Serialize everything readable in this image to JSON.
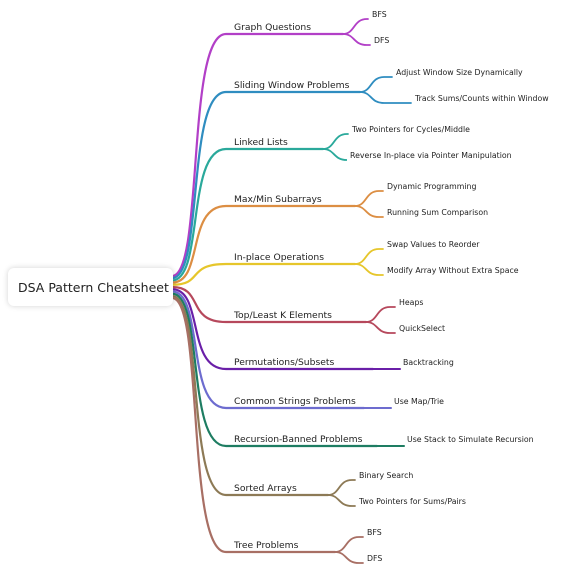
{
  "root": "DSA Pattern Cheatsheet",
  "branches": [
    {
      "label": "Graph Questions",
      "color": "#b23fc7",
      "children": [
        "BFS",
        "DFS"
      ]
    },
    {
      "label": "Sliding Window Problems",
      "color": "#2f8dc0",
      "children": [
        "Adjust Window Size Dynamically",
        "Track Sums/Counts within Window"
      ]
    },
    {
      "label": "Linked Lists",
      "color": "#2aa99b",
      "children": [
        "Two Pointers for Cycles/Middle",
        "Reverse In-place via Pointer Manipulation"
      ]
    },
    {
      "label": "Max/Min Subarrays",
      "color": "#dc8e43",
      "children": [
        "Dynamic Programming",
        "Running Sum Comparison"
      ]
    },
    {
      "label": "In-place Operations",
      "color": "#e6c62b",
      "children": [
        "Swap Values to Reorder",
        "Modify Array Without Extra Space"
      ]
    },
    {
      "label": "Top/Least K Elements",
      "color": "#b6485c",
      "children": [
        "Heaps",
        "QuickSelect"
      ]
    },
    {
      "label": "Permutations/Subsets",
      "color": "#6a1fa8",
      "children": [
        "Backtracking"
      ]
    },
    {
      "label": "Common Strings Problems",
      "color": "#6d6ccf",
      "children": [
        "Use Map/Trie"
      ]
    },
    {
      "label": "Recursion-Banned Problems",
      "color": "#1e7d62",
      "children": [
        "Use Stack to Simulate Recursion"
      ]
    },
    {
      "label": "Sorted Arrays",
      "color": "#8d7a56",
      "children": [
        "Binary Search",
        "Two Pointers for Sums/Pairs"
      ]
    },
    {
      "label": "Tree Problems",
      "color": "#a86f64",
      "children": [
        "BFS",
        "DFS"
      ]
    }
  ]
}
